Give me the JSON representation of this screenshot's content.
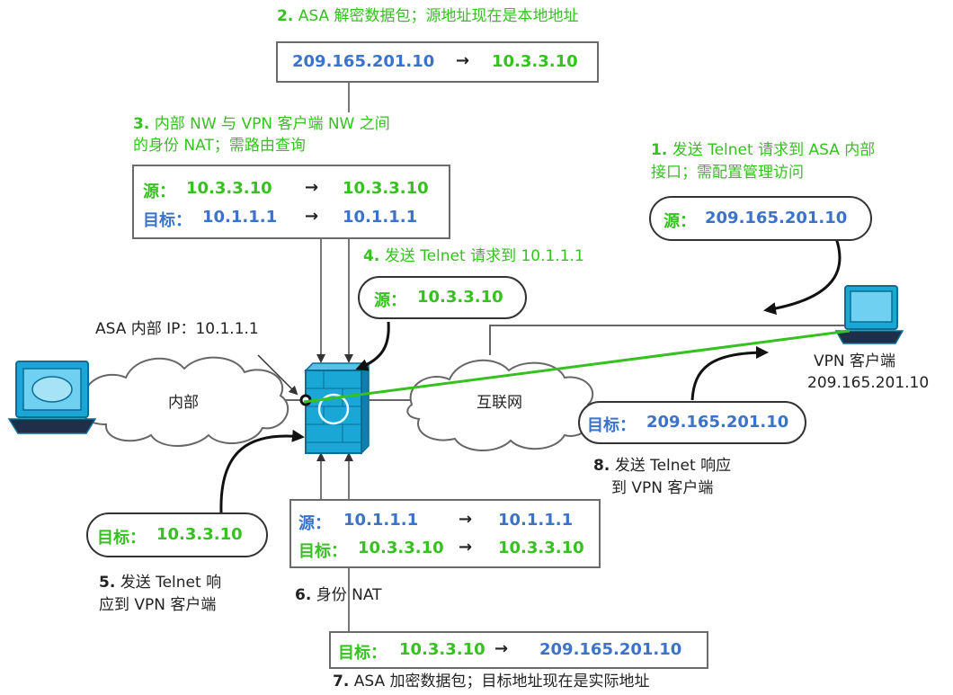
{
  "steps": {
    "s1": {
      "num": "1.",
      "text": "发送 Telnet 请求到 ASA 内部",
      "text2": "接口；需配置管理访问"
    },
    "s2": {
      "num": "2.",
      "text": "ASA 解密数据包；源地址现在是本地地址"
    },
    "s3": {
      "num": "3.",
      "text": "内部 NW 与 VPN 客户端 NW 之间",
      "text2": "的身份 NAT；需路由查询"
    },
    "s4": {
      "num": "4.",
      "text": "发送 Telnet 请求到 10.1.1.1"
    },
    "s5": {
      "num": "5.",
      "text": "发送 Telnet 响",
      "text2": "应到 VPN 客户端"
    },
    "s6": {
      "num": "6.",
      "text": "身份 NAT"
    },
    "s7": {
      "num": "7.",
      "text": "ASA 加密数据包；目标地址现在是实际地址"
    },
    "s8": {
      "num": "8.",
      "text": "发送 Telnet 响应",
      "text2": "到 VPN 客户端"
    }
  },
  "box2": {
    "from": "209.165.201.10",
    "arrow": "→",
    "to": "10.3.3.10"
  },
  "box3": {
    "src_label": "源：",
    "src_from": "10.3.3.10",
    "src_to": "10.3.3.10",
    "dst_label": "目标：",
    "dst_from": "10.1.1.1",
    "dst_to": "10.1.1.1",
    "arrow": "→"
  },
  "box6": {
    "src_label": "源：",
    "src_from": "10.1.1.1",
    "src_to": "10.1.1.1",
    "dst_label": "目标：",
    "dst_from": "10.3.3.10",
    "dst_to": "10.3.3.10",
    "arrow": "→"
  },
  "box7": {
    "label": "目标：",
    "from": "10.3.3.10",
    "arrow": "→",
    "to": "209.165.201.10"
  },
  "pill1": {
    "label": "源：",
    "value": "209.165.201.10"
  },
  "pill4": {
    "label": "源：",
    "value": "10.3.3.10"
  },
  "pill5": {
    "label": "目标：",
    "value": "10.3.3.10"
  },
  "pill8": {
    "label": "目标：",
    "value": "209.165.201.10"
  },
  "labels": {
    "asa_inside_ip": "ASA 内部 IP：10.1.1.1",
    "inside_cloud": "内部",
    "internet_cloud": "互联网",
    "vpn_client": "VPN 客户端",
    "vpn_client_ip": "209.165.201.10"
  },
  "colors": {
    "green": "#35c11f",
    "blue": "#3a73c9",
    "cyan": "#1aa7d6",
    "box_border": "#6b6b6b"
  }
}
